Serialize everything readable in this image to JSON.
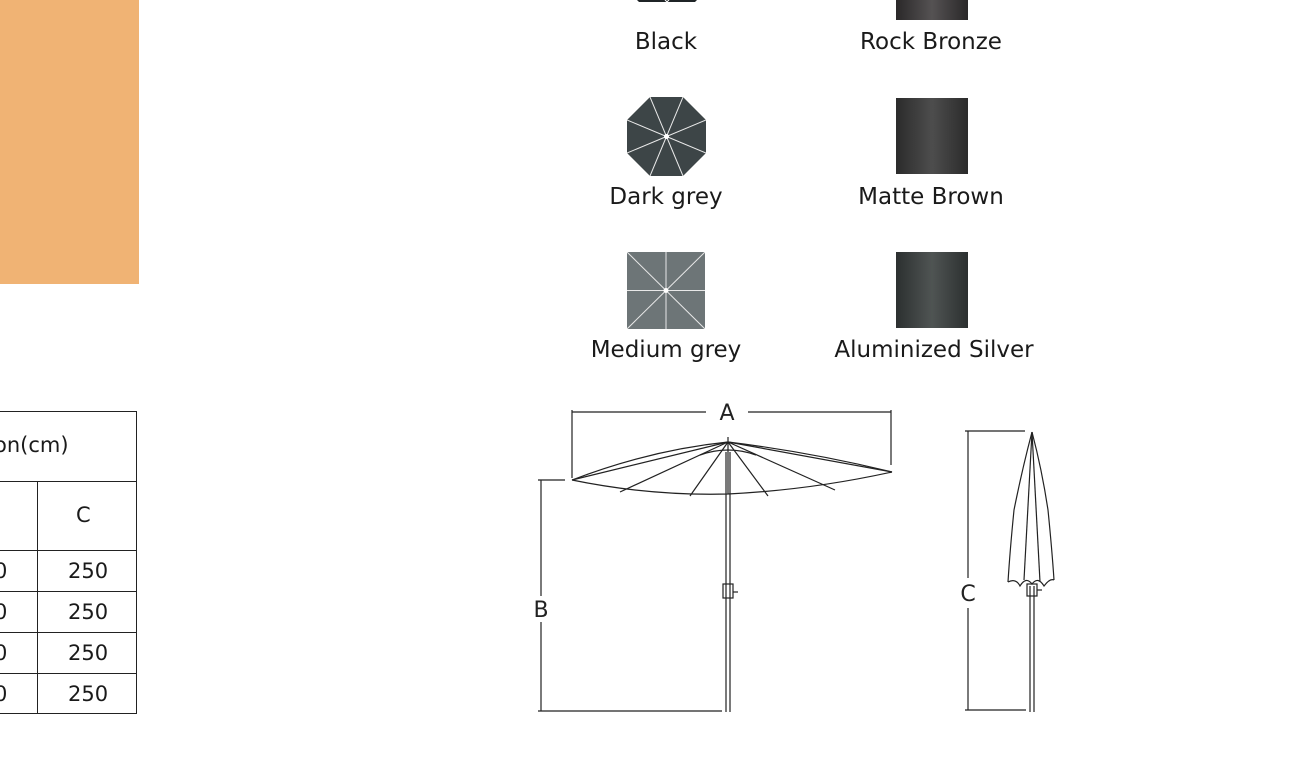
{
  "colors": {
    "accent_orange": "#f0b374",
    "black_canopy": "#1f2426",
    "darkgrey_canopy": "#3d4547",
    "mediumgrey_canopy": "#6d7577",
    "rock_bronze": "#3a3839",
    "matte_brown": "#3b3b3b",
    "aluminized_silver": "#3e4241"
  },
  "canopy_colors": [
    {
      "label": "Black",
      "icon": "octagon-canopy-icon"
    },
    {
      "label": "Dark grey",
      "icon": "octagon-canopy-icon"
    },
    {
      "label": "Medium grey",
      "icon": "square-canopy-icon"
    }
  ],
  "frame_colors": [
    {
      "label": "Rock Bronze",
      "icon": "pole-swatch-icon"
    },
    {
      "label": "Matte Brown",
      "icon": "pole-swatch-icon"
    },
    {
      "label": "Aluminized Silver",
      "icon": "pole-swatch-icon"
    }
  ],
  "dimension_table": {
    "title_fragment": "on(cm)",
    "header_c": "C",
    "rows": [
      {
        "partial": "0",
        "c": "250"
      },
      {
        "partial": "0",
        "c": "250"
      },
      {
        "partial": "0",
        "c": "250"
      },
      {
        "partial": "0",
        "c": "250"
      }
    ]
  },
  "diagram": {
    "label_a": "A",
    "label_b": "B",
    "label_c": "C"
  }
}
